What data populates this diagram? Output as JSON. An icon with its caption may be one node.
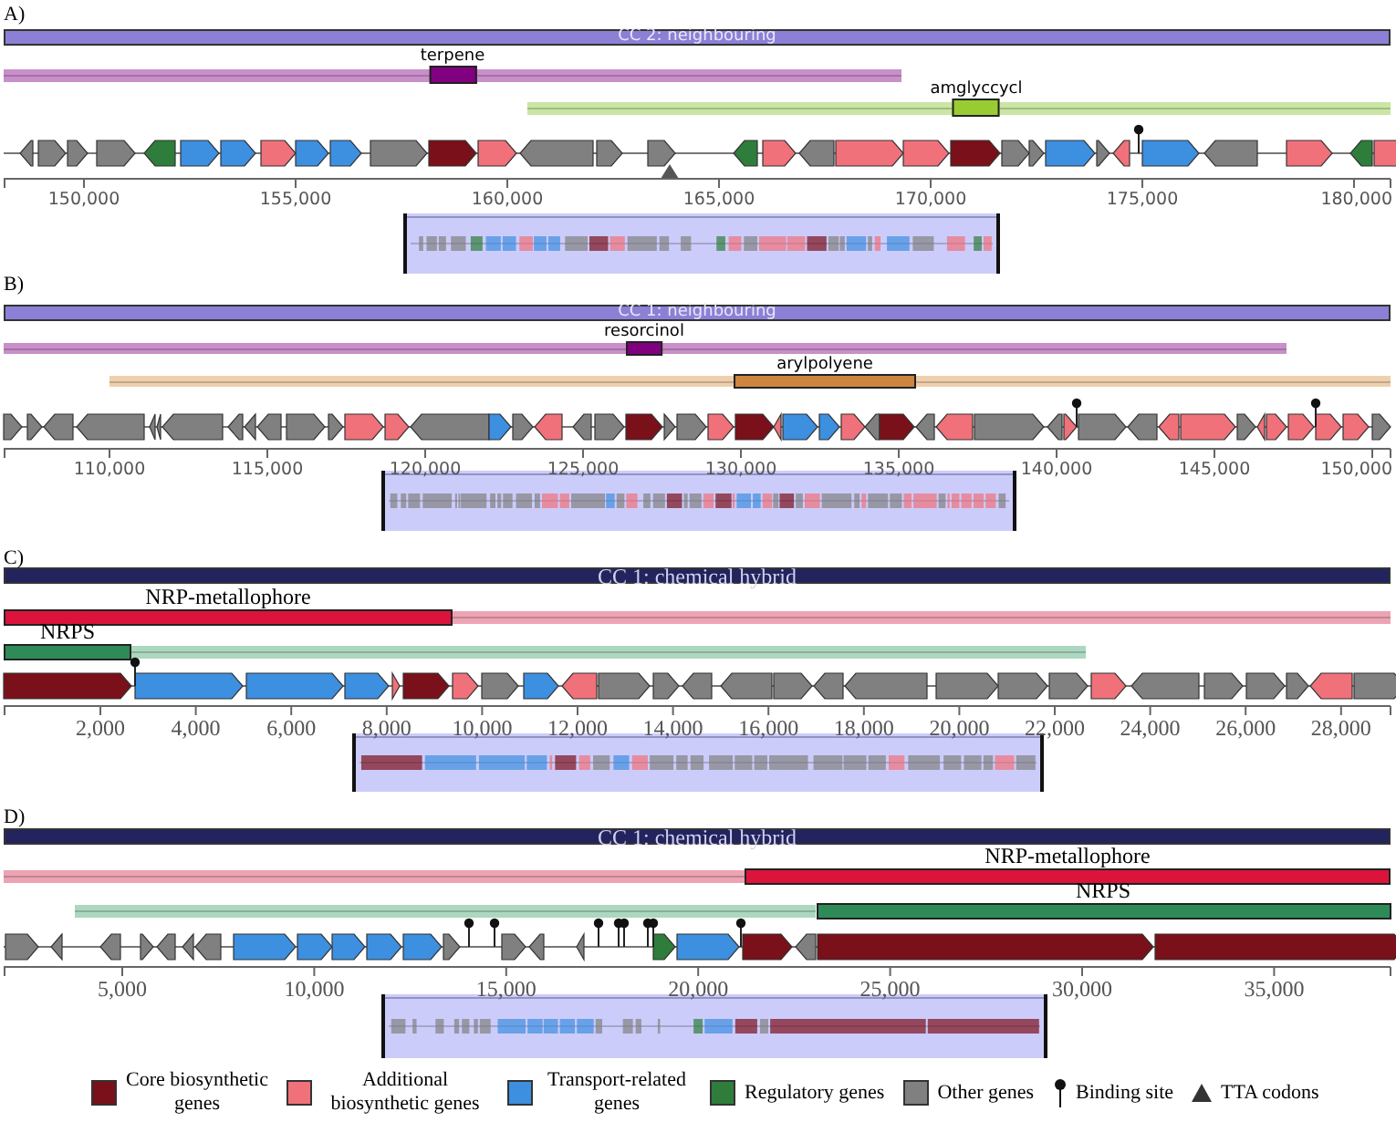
{
  "diagram": {
    "nodes": [
      {
        "text": [
          "CC 2: neighbouring"
        ]
      },
      {
        "text": [
          "terpene"
        ]
      },
      {
        "text": [
          "amglyccycl"
        ]
      },
      {
        "text": [
          "CC 1: neighbouring"
        ]
      },
      {
        "text": [
          "resorcinol"
        ]
      },
      {
        "text": [
          "arylpolyene"
        ]
      },
      {
        "text": [
          "CC 1: chemical hybrid"
        ]
      },
      {
        "text": [
          "NRP-metallophore"
        ]
      },
      {
        "text": [
          "NRPS"
        ]
      },
      {
        "text": [
          "CC 1: chemical hybrid"
        ]
      },
      {
        "text": [
          "NRP-metallophore"
        ]
      },
      {
        "text": [
          "NRPS"
        ]
      }
    ],
    "labels": [
      "A)",
      "150,000",
      "155,000",
      "160,000",
      "165,000",
      "170,000",
      "175,000",
      "180,000",
      "B)",
      "110,000",
      "115,000",
      "120,000",
      "125,000",
      "130,000",
      "135,000",
      "140,000",
      "145,000",
      "150,000",
      "C)",
      "2,000",
      "4,000",
      "6,000",
      "8,000",
      "10,000",
      "12,000",
      "14,000",
      "16,000",
      "18,000",
      "20,000",
      "22,000",
      "24,000",
      "26,000",
      "28,000",
      "D)",
      "5,000",
      "10,000",
      "15,000",
      "20,000",
      "25,000",
      "30,000",
      "35,000"
    ],
    "legend": [
      {
        "text": "Core biosynthetic genes",
        "color": "#7a1019"
      },
      {
        "text": "Additional biosynthetic genes",
        "color": "#f0717a"
      },
      {
        "text": "Transport-related genes",
        "color": "#3d8fe0"
      },
      {
        "text": "Regulatory genes",
        "color": "#2e7d3a"
      },
      {
        "text": "Other genes",
        "color": "#808080"
      },
      {
        "text": "Binding site"
      },
      {
        "text": "TTA codons"
      }
    ]
  }
}
